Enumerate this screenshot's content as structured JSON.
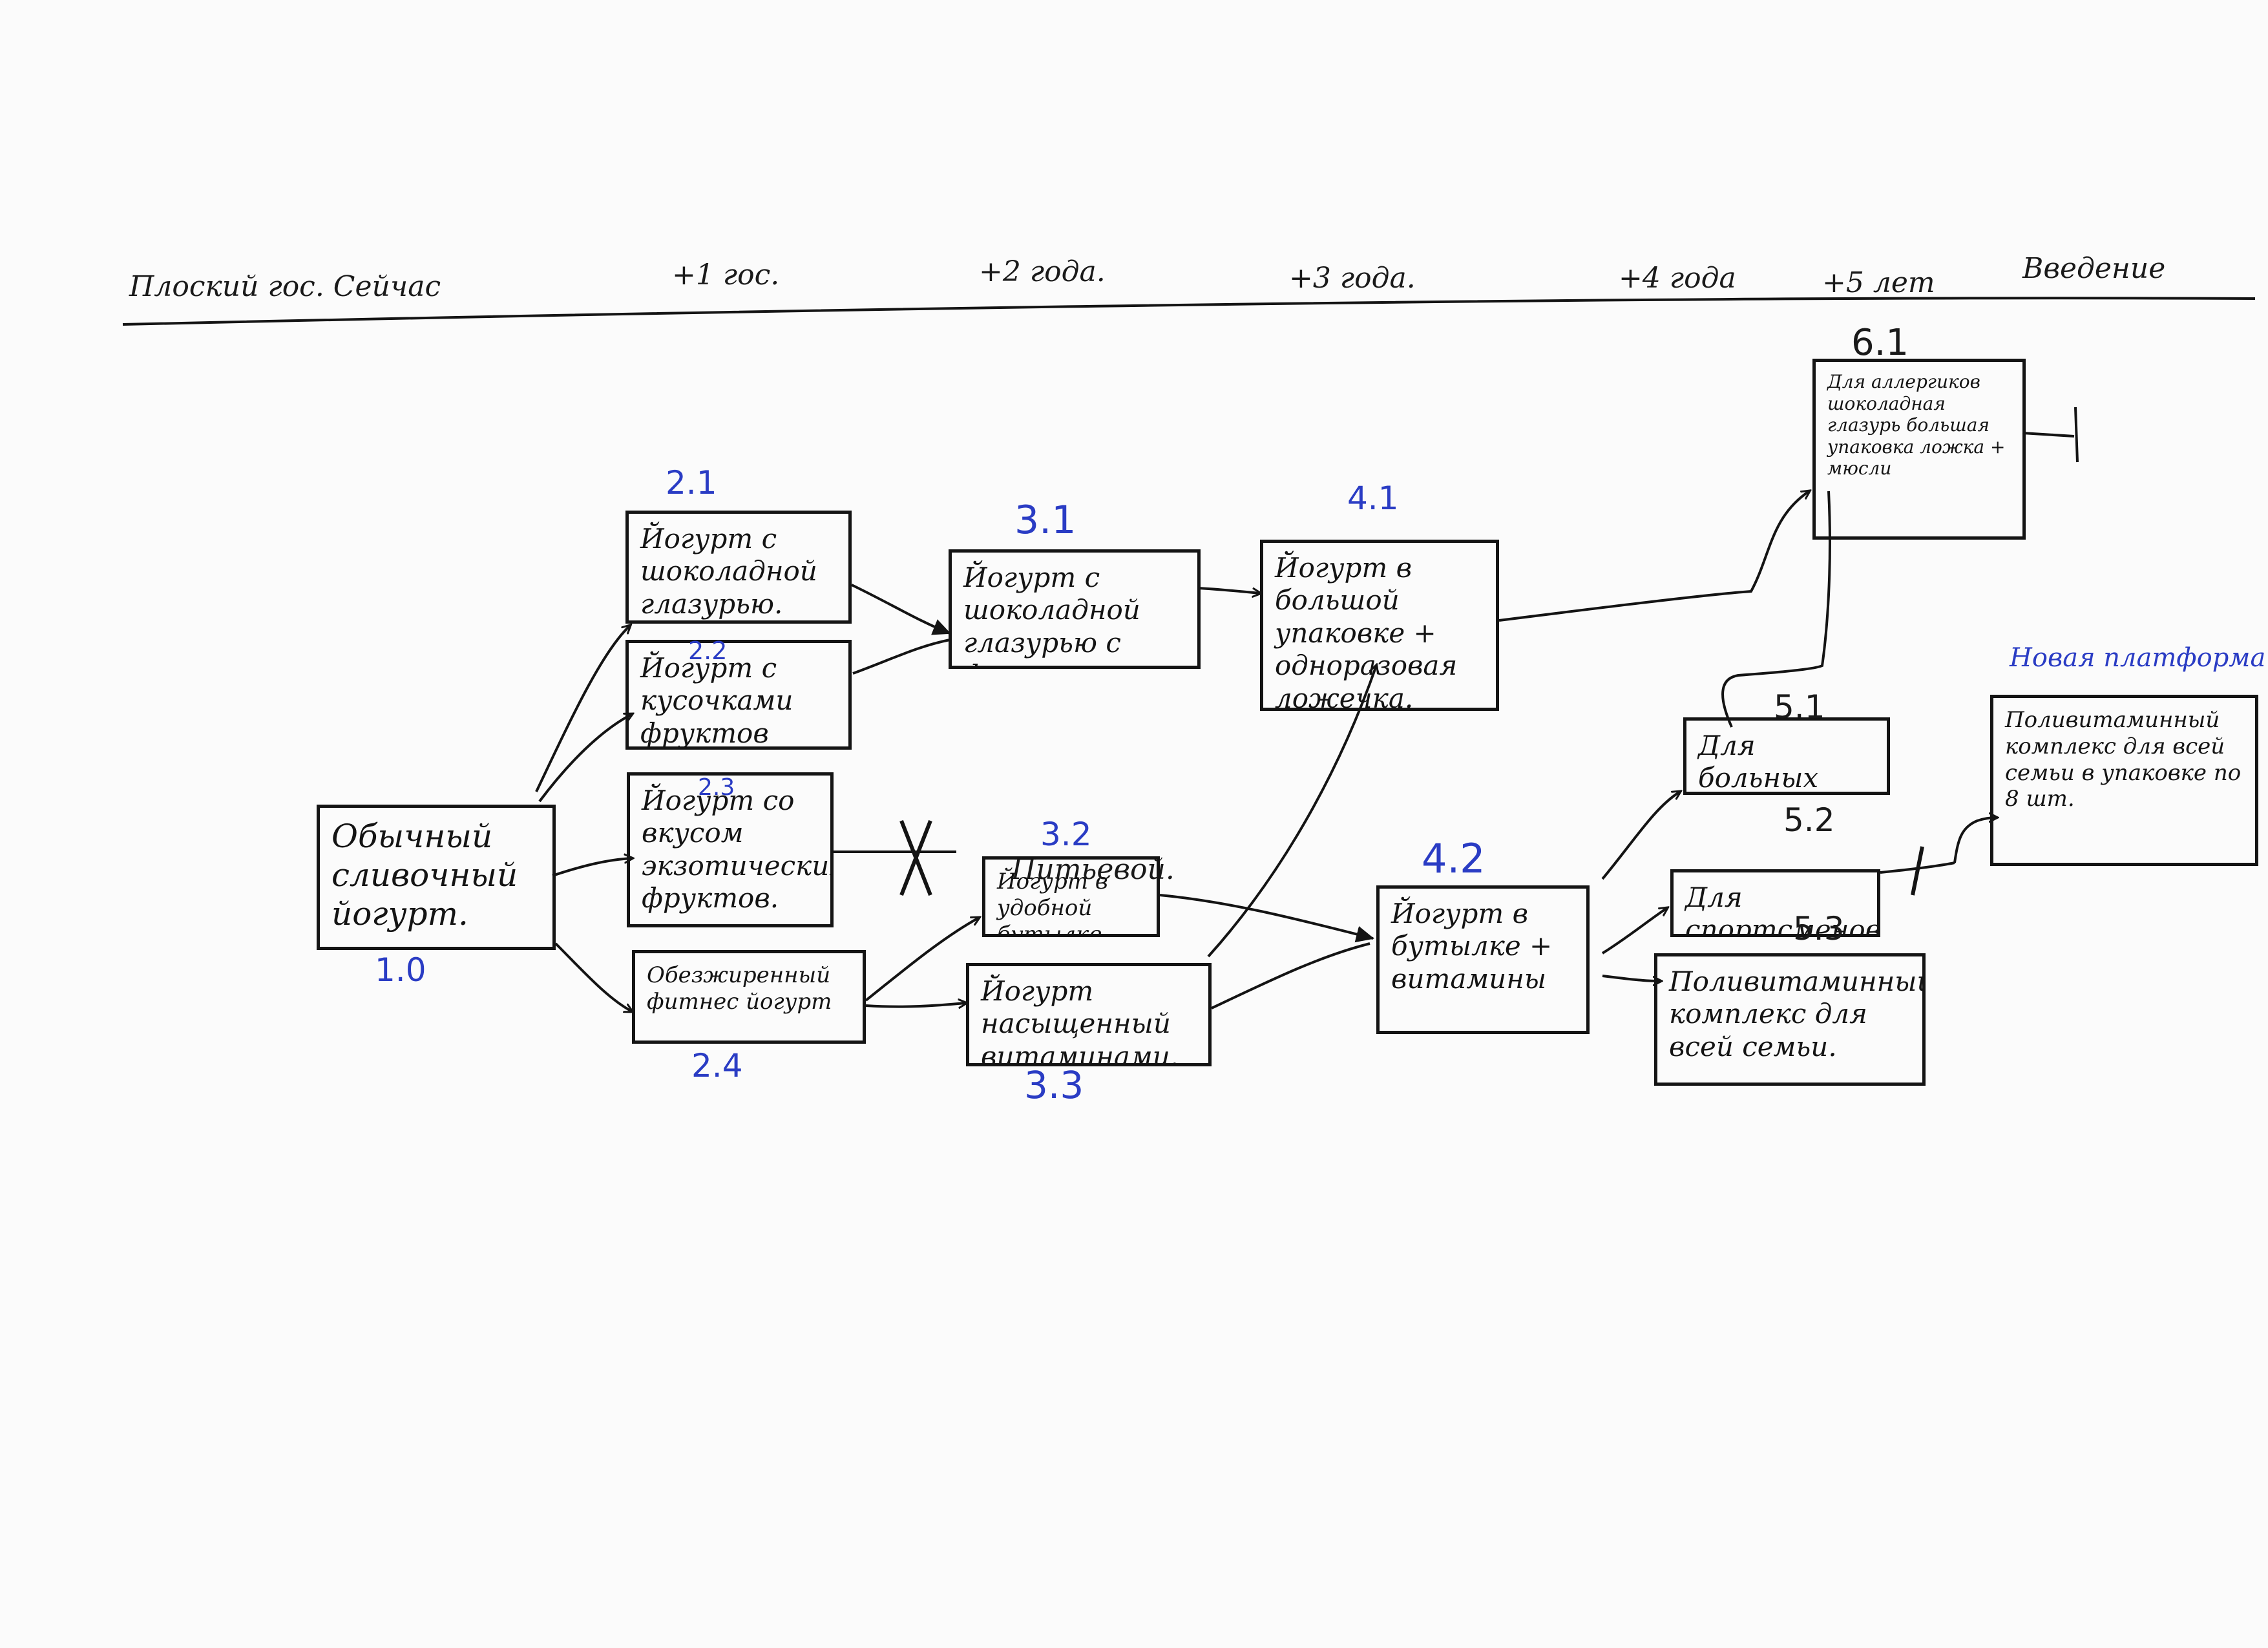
{
  "colors": {
    "ink": "#141414",
    "accent_blue": "#2a3cc4"
  },
  "timeline": [
    "Плоский гос. Сейчас",
    "+1 гос.",
    "+2 года.",
    "+3 года.",
    "+4 года",
    "+5 лет",
    "Введение"
  ],
  "nodes": [
    {
      "key": "n10",
      "id": "1.0",
      "text": "Обычный сливочный йогурт."
    },
    {
      "key": "n21",
      "id": "2.1",
      "text": "Йогурт с шоколадной глазурью."
    },
    {
      "key": "n22",
      "id": "2.2",
      "text": "Йогурт с кусочками фруктов"
    },
    {
      "key": "n23",
      "id": "2.3",
      "text": "Йогурт со вкусом экзотических фруктов."
    },
    {
      "key": "n24",
      "id": "2.4",
      "text": "Обезжиренный фитнес йогурт"
    },
    {
      "key": "n31",
      "id": "3.1",
      "text": "Йогурт с шоколадной глазурью с фруктами."
    },
    {
      "key": "n32",
      "id": "3.2",
      "text": "Йогурт в удобной бутылке."
    },
    {
      "key": "n33",
      "id": "3.3",
      "text": "Йогурт насыщенный витаминами."
    },
    {
      "key": "n41",
      "id": "4.1",
      "text": "Йогурт в большой упаковке + одноразовая ложечка."
    },
    {
      "key": "n42",
      "id": "4.2",
      "text": "Йогурт в бутылке + витамины"
    },
    {
      "key": "n51",
      "id": "5.1",
      "text": "Для больных аллергией."
    },
    {
      "key": "n52",
      "id": "5.2",
      "text": "Для спортсменов"
    },
    {
      "key": "n53",
      "id": "5.3",
      "text": "Поливитаминный комплекс для всей семьи."
    },
    {
      "key": "n61",
      "id": "6.1",
      "text": "Для аллергиков шоколадная глазурь большая упаковка ложка + мюсли"
    },
    {
      "key": "nNew",
      "id": "",
      "text": "Поливитаминный комплекс для всей семьи в упаковке по 8 шт."
    }
  ],
  "annotations": {
    "drinking": "Питьевой.",
    "new_platform": "Новая платформа."
  }
}
